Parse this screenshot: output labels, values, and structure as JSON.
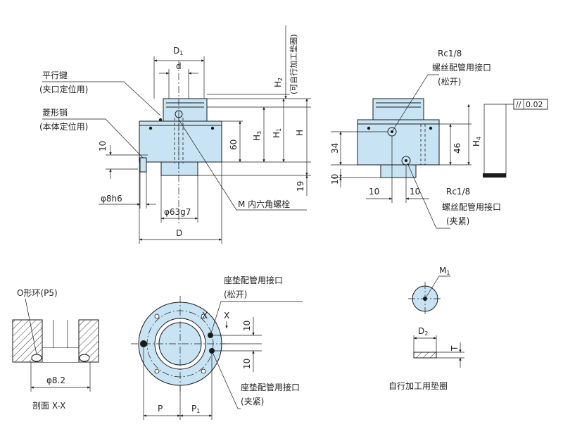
{
  "front_view": {
    "dim_D1": "D",
    "dim_D1_sub": "1",
    "dim_d": "d",
    "label_key": "平行键",
    "label_key_sub": "(夹口定位用)",
    "label_pin": "菱形销",
    "label_pin_sub": "(本体定位用)",
    "dim_10": "10",
    "dim_phi8h6": "φ8h6",
    "dim_phi63g7": "φ63g7",
    "dim_D": "D",
    "label_bolt": "M 内六角螺栓",
    "dim_60": "60",
    "dim_H3": "H",
    "dim_H3_sub": "3",
    "dim_H1": "H",
    "dim_H1_sub": "1",
    "dim_H": "H",
    "dim_H2": "H",
    "dim_H2_sub": "2",
    "dim_H2_note": "(可自行加工垫圈)",
    "dim_19": "19"
  },
  "side_view": {
    "port_top_spec": "Rc1/8",
    "port_top_label": "螺丝配管用接口",
    "port_top_mode": "(松开)",
    "flatness": "0.02",
    "dim_34": "34",
    "dim_46": "46",
    "dim_H4": "H",
    "dim_H4_sub": "4",
    "dim_10_v": "10",
    "dim_10_a": "10",
    "dim_10_b": "10",
    "port_bot_spec": "Rc1/8",
    "port_bot_label": "螺丝配管用接口",
    "port_bot_mode": "(夹紧)"
  },
  "section_view": {
    "label_oring": "O形环(P5)",
    "dim_phi82": "φ8.2",
    "caption": "剖面 X-X"
  },
  "plan_view": {
    "seat_top_label": "座垫配管用接口",
    "seat_top_mode": "(松开)",
    "mark_X": "X",
    "mark_X2": "X",
    "dim_10_top": "10",
    "dim_10_bot": "10",
    "seat_bot_label": "座垫配管用接口",
    "seat_bot_mode": "(夹紧)",
    "dim_P": "P",
    "dim_P1": "P",
    "dim_P1_sub": "1"
  },
  "washer_view": {
    "label_M1": "M",
    "label_M1_sub": "1",
    "dim_D2": "D",
    "dim_D2_sub": "2",
    "dim_T": "T",
    "caption": "自行加工用垫圈"
  },
  "colors": {
    "body_fill": "#c8e4f4",
    "line": "#1a1a1a",
    "background": "#ffffff"
  }
}
